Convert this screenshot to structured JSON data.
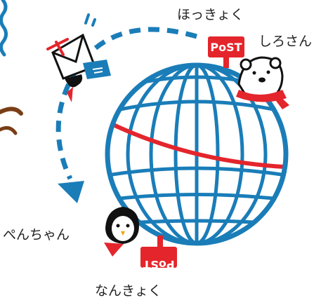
{
  "labels": {
    "north_pole": "ほっきょく",
    "polar_bear": "しろさん",
    "penguin": "ぺんちゃん",
    "south_pole": "なんきょく"
  },
  "signs": {
    "top_post": "PoST",
    "bottom_post": "PoST"
  },
  "colors": {
    "blue": "#1a7db8",
    "red": "#e4252c",
    "brown": "#7a3e17",
    "black": "#111111"
  }
}
